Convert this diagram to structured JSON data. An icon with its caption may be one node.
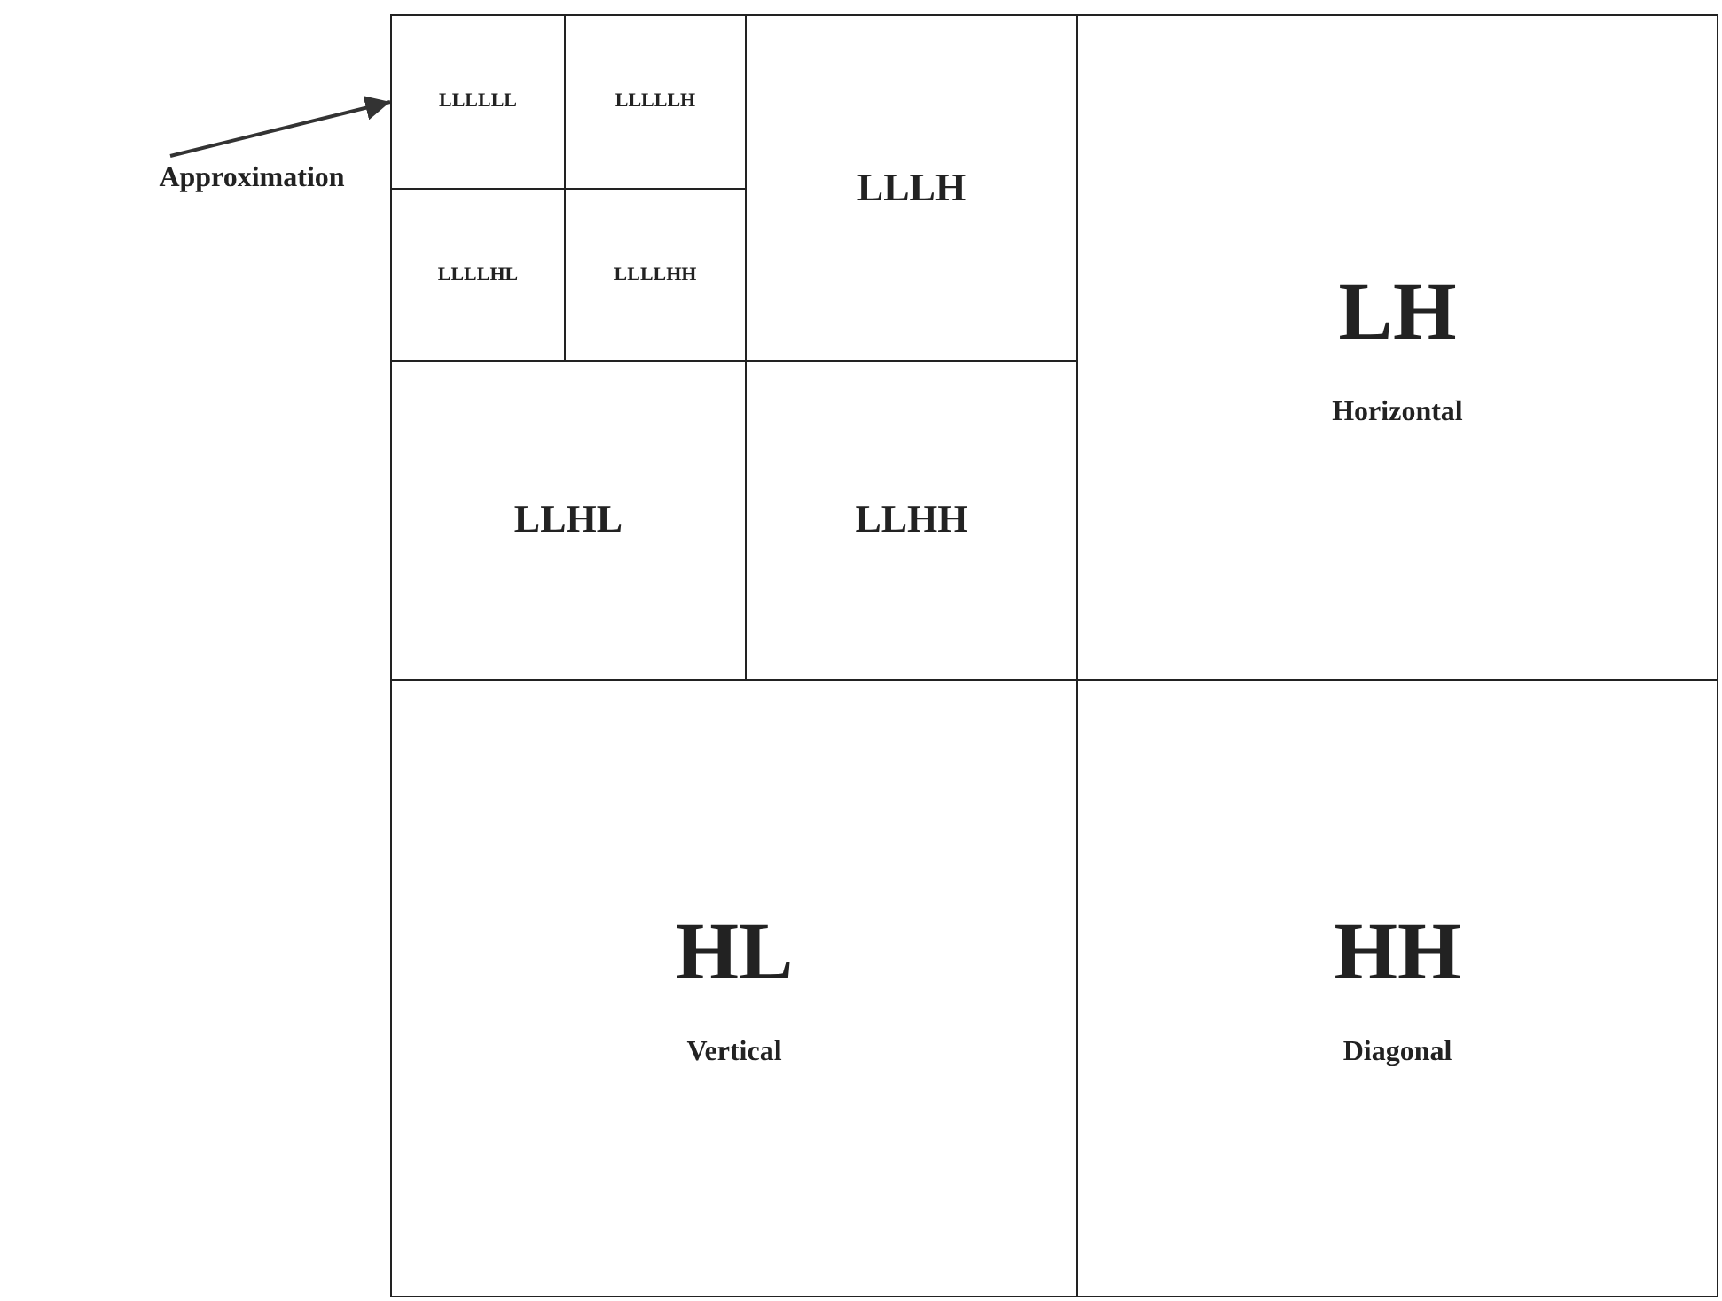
{
  "diagram": {
    "nodes": [
      {
        "text": [
          "LLLLLL"
        ]
      },
      {
        "text": [
          "LLLLLH"
        ]
      },
      {
        "text": [
          "LLLH"
        ]
      },
      {
        "text": [
          "LH",
          "Horizontal"
        ]
      },
      {
        "text": [
          "LLLLHL"
        ]
      },
      {
        "text": [
          "LLLLHH"
        ]
      },
      {
        "text": [
          "LLHL"
        ]
      },
      {
        "text": [
          "LLHH"
        ]
      },
      {
        "text": [
          "HL",
          "Vertical"
        ]
      },
      {
        "text": [
          "HH",
          "Diagonal"
        ]
      },
      {
        "text": [
          "Approximation"
        ]
      }
    ],
    "edges": [
      {
        "from": 10,
        "to": 0,
        "arrow": "to"
      }
    ]
  }
}
